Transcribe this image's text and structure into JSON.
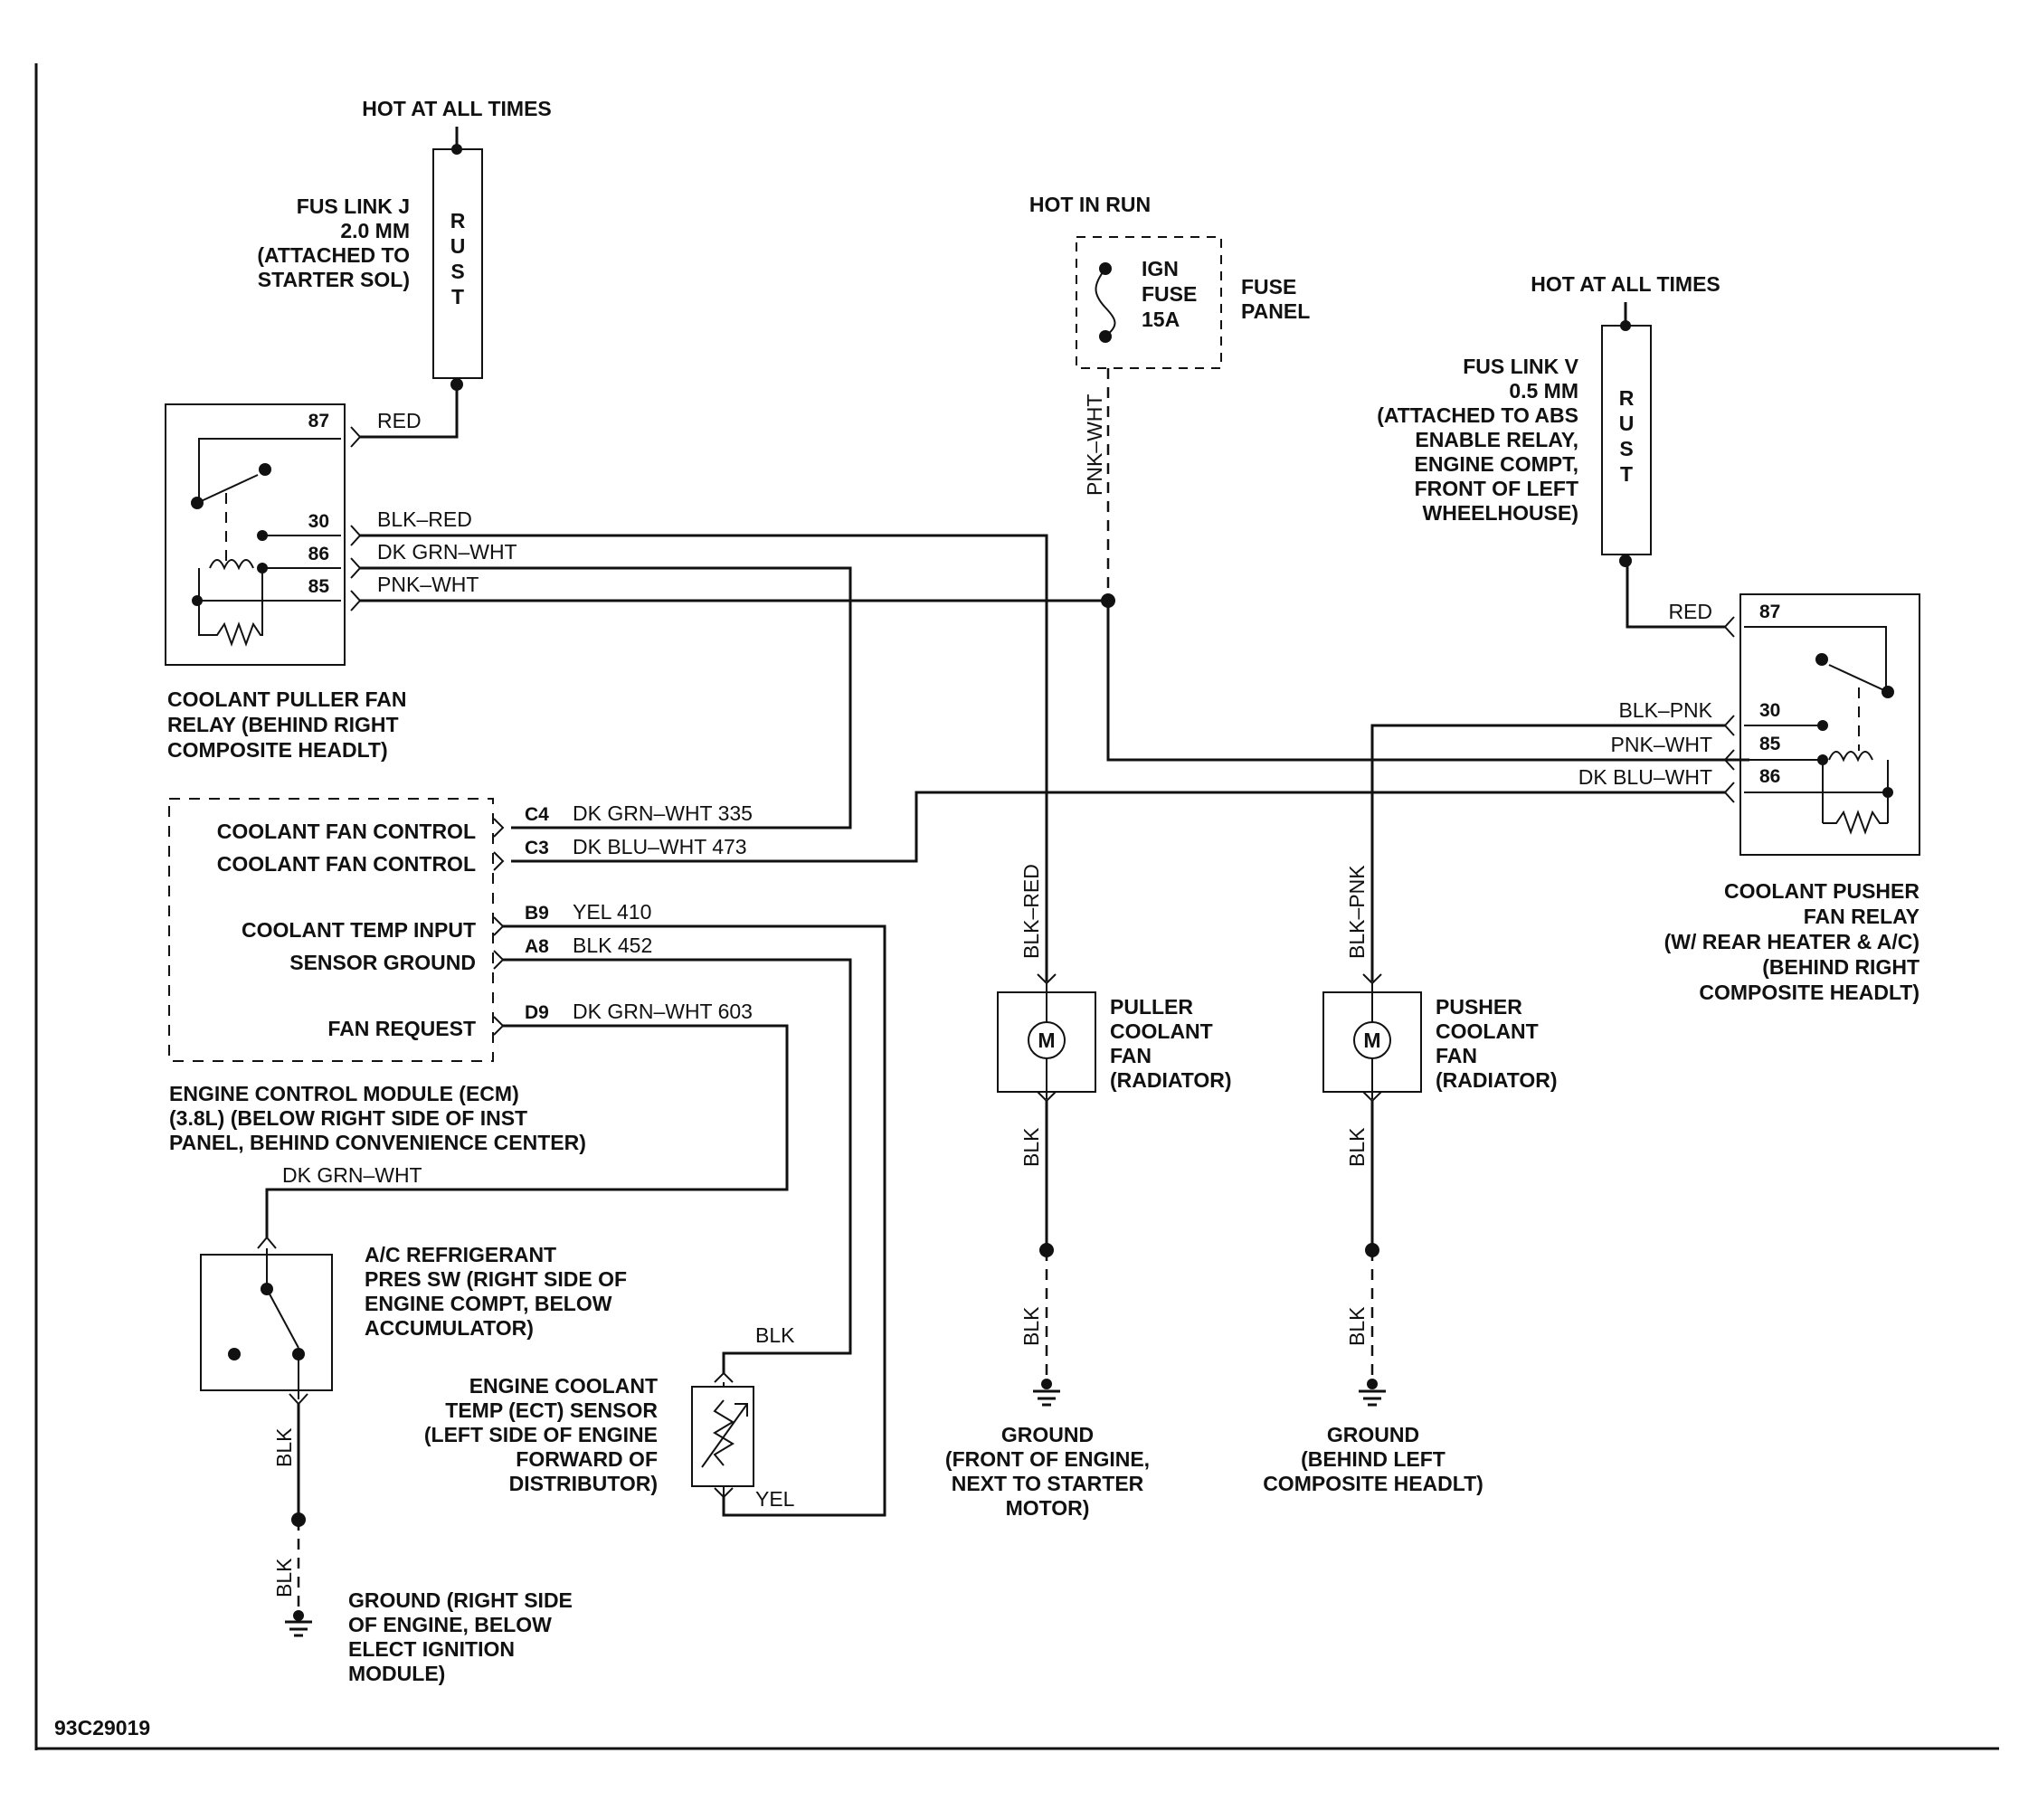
{
  "diagram_id": "93C29019",
  "sources": {
    "hot_all_times_left": "HOT AT ALL TIMES",
    "hot_in_run": "HOT IN RUN",
    "hot_all_times_right": "HOT AT ALL TIMES"
  },
  "fuse_link_j": {
    "label": [
      "FUS LINK J",
      "2.0 MM",
      "(ATTACHED TO",
      "STARTER SOL)"
    ],
    "color_letters": [
      "R",
      "U",
      "S",
      "T"
    ]
  },
  "fuse_link_v": {
    "label": [
      "FUS LINK V",
      "0.5 MM",
      "(ATTACHED TO ABS",
      "ENABLE RELAY,",
      "ENGINE COMPT,",
      "FRONT OF LEFT",
      "WHEELHOUSE)"
    ],
    "color_letters": [
      "R",
      "U",
      "S",
      "T"
    ]
  },
  "ign_fuse": {
    "label": [
      "IGN",
      "FUSE",
      "15A"
    ],
    "panel_label": [
      "FUSE",
      "PANEL"
    ]
  },
  "puller_relay": {
    "label": [
      "COOLANT PULLER FAN",
      "RELAY (BEHIND RIGHT",
      "COMPOSITE HEADLT)"
    ],
    "pins": [
      "87",
      "30",
      "86",
      "85"
    ],
    "wires": [
      "RED",
      "BLK–RED",
      "DK GRN–WHT",
      "PNK–WHT"
    ]
  },
  "pusher_relay": {
    "label": [
      "COOLANT PUSHER",
      "FAN RELAY",
      "(W/ REAR HEATER & A/C)",
      "(BEHIND RIGHT",
      "COMPOSITE HEADLT)"
    ],
    "pins": [
      "87",
      "30",
      "85",
      "86"
    ],
    "wires": [
      "RED",
      "BLK–PNK",
      "PNK–WHT",
      "DK BLU–WHT"
    ]
  },
  "ecm": {
    "label": [
      "ENGINE CONTROL MODULE (ECM)",
      "(3.8L) (BELOW RIGHT SIDE OF INST",
      "PANEL, BEHIND CONVENIENCE CENTER)"
    ],
    "terminals": [
      {
        "name": "COOLANT FAN CONTROL",
        "pin": "C4",
        "wire": "DK GRN–WHT 335"
      },
      {
        "name": "COOLANT FAN CONTROL",
        "pin": "C3",
        "wire": "DK BLU–WHT 473"
      },
      {
        "name": "COOLANT TEMP INPUT",
        "pin": "B9",
        "wire": "YEL 410"
      },
      {
        "name": "SENSOR GROUND",
        "pin": "A8",
        "wire": "BLK 452"
      },
      {
        "name": "FAN REQUEST",
        "pin": "D9",
        "wire": "DK GRN–WHT 603"
      }
    ]
  },
  "ac_switch": {
    "label": [
      "A/C REFRIGERANT",
      "PRES SW (RIGHT SIDE OF",
      "ENGINE COMPT, BELOW",
      "ACCUMULATOR)"
    ],
    "top_wire": "DK GRN–WHT",
    "bottom_wire": "BLK",
    "ground_wire": "BLK",
    "ground_label": [
      "GROUND (RIGHT SIDE",
      "OF ENGINE, BELOW",
      "ELECT IGNITION",
      "MODULE)"
    ]
  },
  "ect_sensor": {
    "label": [
      "ENGINE COOLANT",
      "TEMP (ECT) SENSOR",
      "(LEFT SIDE OF ENGINE",
      "FORWARD OF",
      "DISTRIBUTOR)"
    ],
    "top_wire": "BLK",
    "bottom_wire": "YEL"
  },
  "puller_fan": {
    "label": [
      "PULLER",
      "COOLANT",
      "FAN",
      "(RADIATOR)"
    ],
    "motor": "M",
    "top_wire": "BLK–RED",
    "bottom_wire": "BLK",
    "ground_wire": "BLK",
    "ground_label": [
      "GROUND",
      "(FRONT OF ENGINE,",
      "NEXT TO STARTER",
      "MOTOR)"
    ]
  },
  "pusher_fan": {
    "label": [
      "PUSHER",
      "COOLANT",
      "FAN",
      "(RADIATOR)"
    ],
    "motor": "M",
    "top_wire": "BLK–PNK",
    "bottom_wire": "BLK",
    "ground_wire": "BLK",
    "ground_label": [
      "GROUND",
      "(BEHIND LEFT",
      "COMPOSITE HEADLT)"
    ]
  },
  "ign_wire": "PNK–WHT"
}
